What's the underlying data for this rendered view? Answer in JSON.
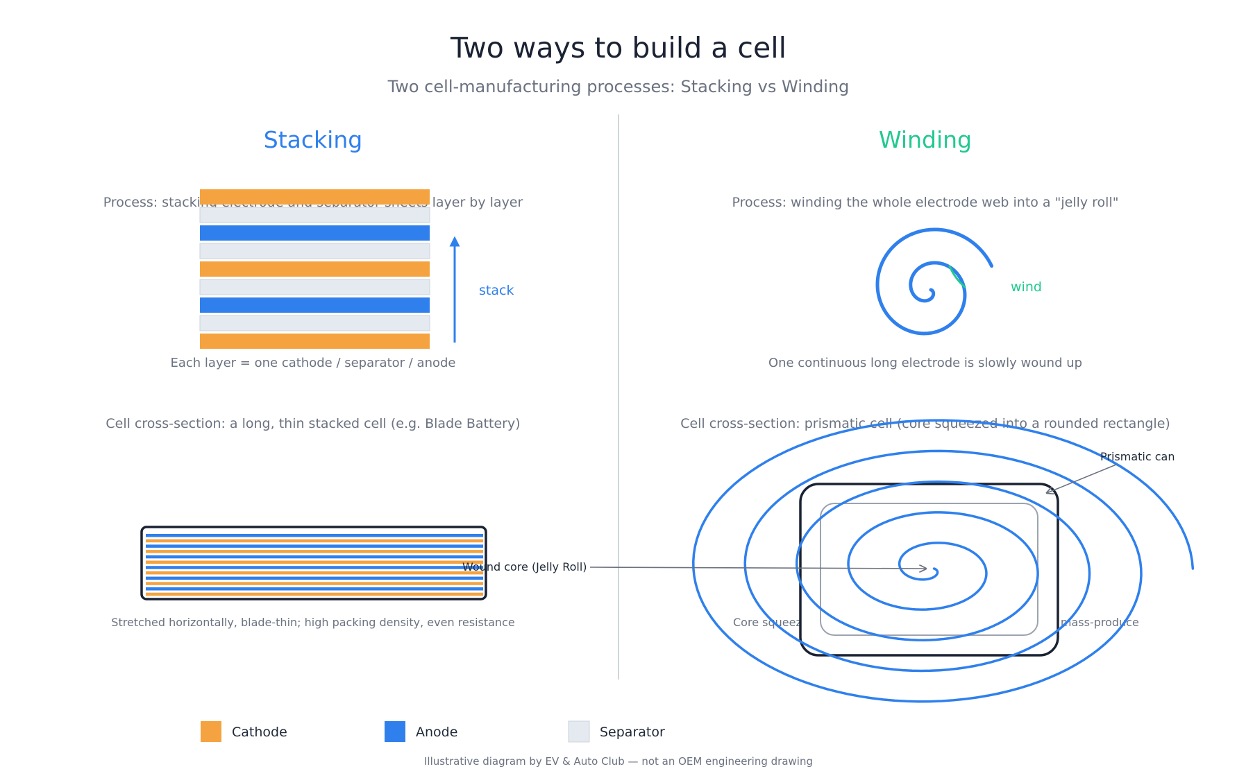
{
  "header": {
    "title": "Two ways to build a cell",
    "subtitle": "Two cell-manufacturing processes: Stacking vs Winding"
  },
  "colors": {
    "cathode": "#f4a340",
    "anode": "#2f80ed",
    "separator": "#e5e9f0",
    "stacking_accent": "#2f80ed",
    "winding_accent": "#22c98f",
    "can_outline": "#1a2233"
  },
  "stacking": {
    "title": "Stacking",
    "process": "Process: stacking electrode and separator sheets layer by layer",
    "arrow_label": "stack",
    "layers": [
      "cathode",
      "separator",
      "anode",
      "separator",
      "cathode",
      "separator",
      "anode",
      "separator",
      "cathode"
    ],
    "layer_caption": "Each layer = one cathode / separator / anode",
    "cross_section_title": "Cell cross-section: a long, thin stacked cell (e.g. Blade Battery)",
    "cross_section_layers": [
      "anode",
      "cathode",
      "anode",
      "cathode",
      "anode",
      "cathode",
      "anode",
      "cathode",
      "anode",
      "cathode",
      "anode",
      "cathode"
    ],
    "cross_section_caption": "Stretched horizontally, blade-thin; high packing density, even resistance"
  },
  "winding": {
    "title": "Winding",
    "process": "Process: winding the whole electrode web into a \"jelly roll\"",
    "arrow_label": "wind",
    "spiral_caption": "One continuous long electrode is slowly wound up",
    "cross_section_title": "Cell cross-section: prismatic cell (core squeezed into a rounded rectangle)",
    "can_label": "Prismatic can",
    "core_label": "Wound core (Jelly Roll)",
    "cross_section_caption_left": "Core squeezed i",
    "cross_section_caption_right": "o mass-produce"
  },
  "legend": {
    "items": [
      {
        "label": "Cathode",
        "color": "#f4a340"
      },
      {
        "label": "Anode",
        "color": "#2f80ed"
      },
      {
        "label": "Separator",
        "color": "#e5e9f0"
      }
    ]
  },
  "footer": {
    "note": "Illustrative diagram by EV & Auto Club — not an OEM engineering drawing"
  }
}
